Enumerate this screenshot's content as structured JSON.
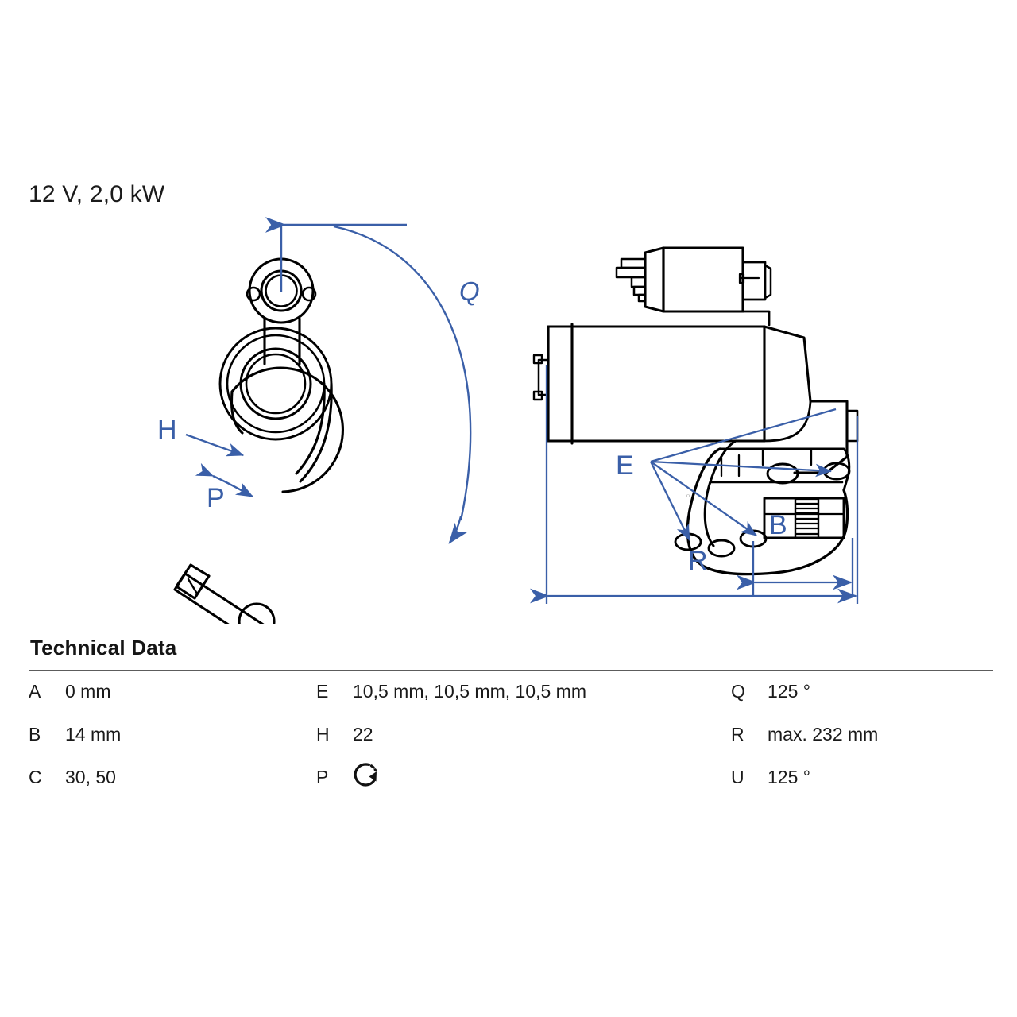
{
  "spec": {
    "title": "12 V, 2,0 kW"
  },
  "drawings": {
    "end_view": {
      "name": "starter-end-view",
      "labels": {
        "h": "H",
        "p": "P",
        "q": "Q"
      }
    },
    "side_view": {
      "name": "starter-side-view",
      "labels": {
        "e": "E",
        "b": "B",
        "r": "R"
      }
    },
    "line_color": "#3a5fa8",
    "outline_color": "#000000"
  },
  "tech_data": {
    "heading": "Technical Data",
    "rows": [
      {
        "c1_key": "A",
        "c1_val": "0 mm",
        "c2_key": "E",
        "c2_val": "10,5 mm, 10,5 mm, 10,5 mm",
        "c3_key": "Q",
        "c3_val": "125 °"
      },
      {
        "c1_key": "B",
        "c1_val": "14 mm",
        "c2_key": "H",
        "c2_val": "22",
        "c3_key": "R",
        "c3_val": "max. 232 mm"
      },
      {
        "c1_key": "C",
        "c1_val": "30, 50",
        "c2_key": "P",
        "c2_val": "",
        "c2_icon": "rotation-clockwise-icon",
        "c3_key": "U",
        "c3_val": "125 °"
      }
    ]
  }
}
